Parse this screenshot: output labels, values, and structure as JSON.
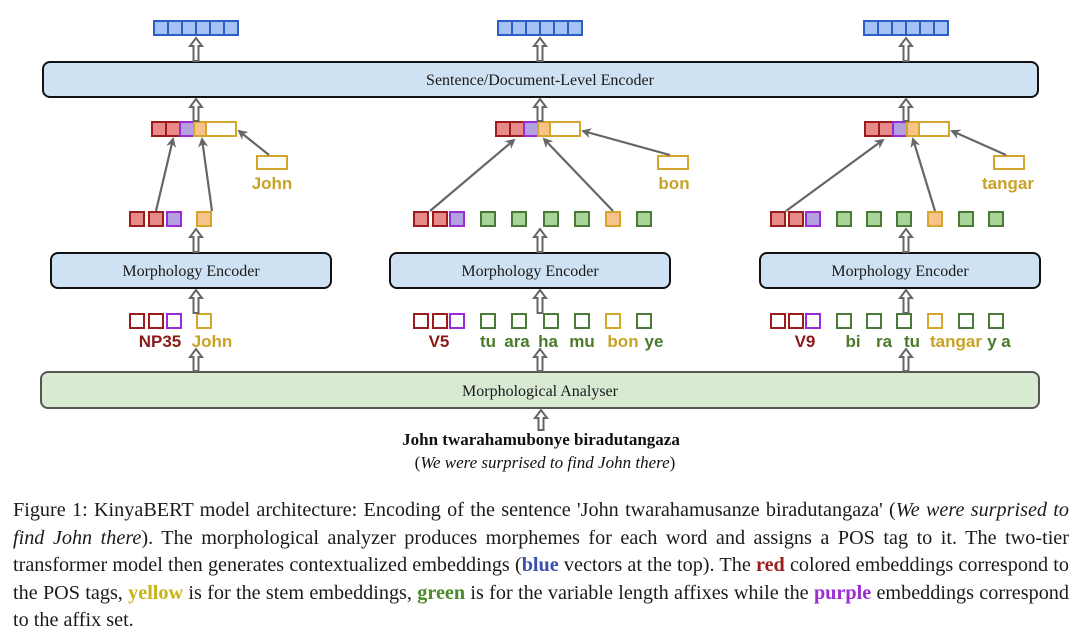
{
  "colors": {
    "pos_stroke": "#9b1c1c",
    "pos_fill": "#e88a8a",
    "affixset_stroke": "#9b2bd6",
    "affixset_fill": "#b3a0e0",
    "stem_stroke": "#d4a72c",
    "stem_fill": "#f6c48a",
    "affix_stroke": "#4a7a38",
    "affix_fill": "#a8d49a",
    "blue_stroke": "#2a5fc4",
    "blue_fill": "#a4c2f4",
    "encoder_fill": "#cfe2f3",
    "analyser_fill": "#d9ead3",
    "arrow": "#666666",
    "stem_text": "#c9a227",
    "pos_text": "#8b1a1a",
    "affix_text": "#4a7a2a"
  },
  "diagram": {
    "sentence_encoder_label": "Sentence/Document-Level Encoder",
    "morphology_encoder_label": "Morphology Encoder",
    "analyser_label": "Morphological Analyser",
    "input_sentence": "John twarahamubonye biradutangaza",
    "translation_open": "(",
    "translation": "We were surprised to find John there",
    "translation_close": ")",
    "words": [
      {
        "word": "John",
        "stem": "John",
        "pos_tag": "NP35",
        "morphemes": [
          {
            "text": "NP35",
            "type": "pos"
          },
          {
            "text": "John",
            "type": "stem"
          }
        ],
        "embedding_slots": [
          "pos",
          "pos",
          "affixset",
          "gap",
          "stem"
        ]
      },
      {
        "word": "twarahamubonye",
        "stem": "bon",
        "pos_tag": "V5",
        "morphemes": [
          {
            "text": "V5",
            "type": "pos"
          },
          {
            "text": "tu",
            "type": "affix"
          },
          {
            "text": "ara",
            "type": "affix"
          },
          {
            "text": "ha",
            "type": "affix"
          },
          {
            "text": "mu",
            "type": "affix"
          },
          {
            "text": "bon",
            "type": "stem"
          },
          {
            "text": "ye",
            "type": "affix"
          }
        ],
        "embedding_slots": [
          "pos",
          "pos",
          "affixset",
          "affix",
          "affix",
          "affix",
          "affix",
          "stem",
          "affix"
        ]
      },
      {
        "word": "biradutangaza",
        "stem": "tangar",
        "pos_tag": "V9",
        "morphemes": [
          {
            "text": "V9",
            "type": "pos"
          },
          {
            "text": "bi",
            "type": "affix"
          },
          {
            "text": "ra",
            "type": "affix"
          },
          {
            "text": "tu",
            "type": "affix"
          },
          {
            "text": "tangar",
            "type": "stem"
          },
          {
            "text": "y",
            "type": "affix"
          },
          {
            "text": "a",
            "type": "affix"
          }
        ],
        "embedding_slots": [
          "pos",
          "pos",
          "affixset",
          "affix",
          "affix",
          "affix",
          "stem",
          "affix",
          "affix"
        ]
      }
    ]
  },
  "caption": {
    "prefix": "Figure 1:  KinyaBERT model architecture: Encoding of the sentence 'John twarahamusanze biradutangaza' (",
    "italic_translation": "We were surprised to find John there",
    "part2": "). The morphological analyzer produces morphemes for each word and assigns a POS tag to it.  The two-tier transformer model then generates contextualized embeddings (",
    "blue_word": "blue",
    "part3": " vectors at the top). The ",
    "red_word": "red",
    "part4": " colored embeddings correspond to the POS tags, ",
    "yellow_word": "yellow",
    "part5": " is for the stem embeddings, ",
    "green_word": "green",
    "part6": " is for the variable length affixes while the ",
    "purple_word": "purple",
    "part7": " embeddings correspond to the affix set."
  }
}
